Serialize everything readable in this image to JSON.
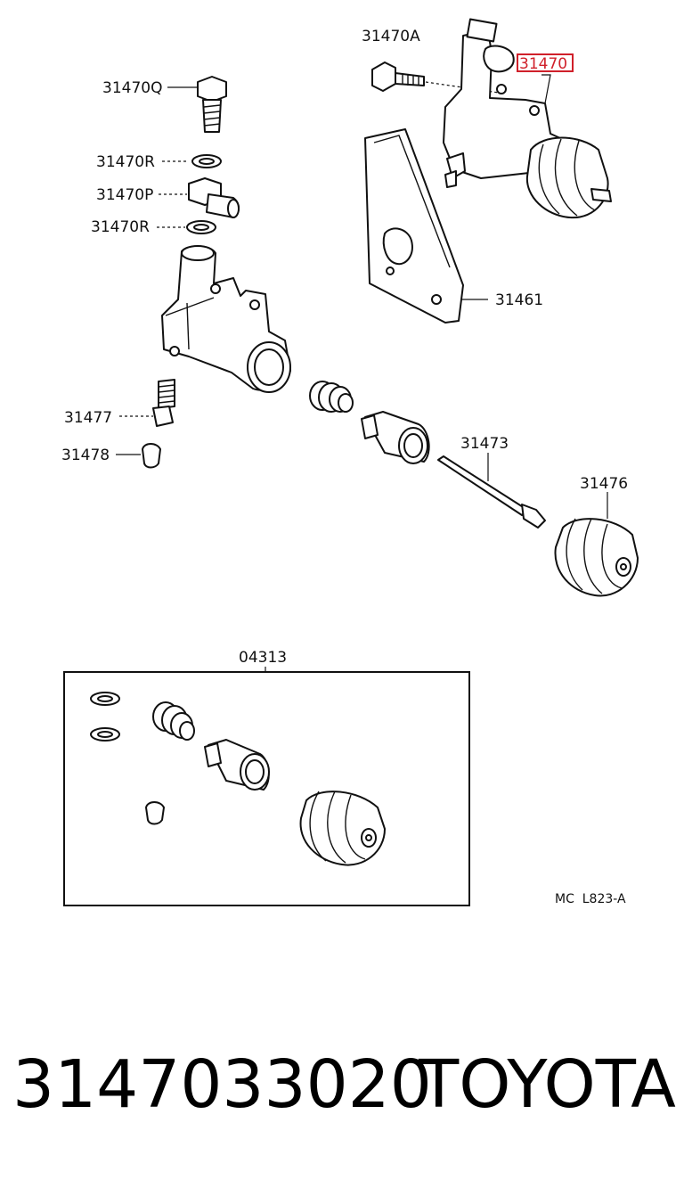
{
  "callouts": {
    "c31470A": "31470A",
    "c31470": "31470",
    "c31470Q": "31470Q",
    "c31470R_top": "31470R",
    "c31470P": "31470P",
    "c31470R_bottom": "31470R",
    "c31461": "31461",
    "c31477": "31477",
    "c31478": "31478",
    "c31473": "31473",
    "c31476": "31476",
    "c04313": "04313",
    "code": "MC  L823-A"
  },
  "highlight_color": "#d0202a",
  "footer": {
    "part_number": "3147033020",
    "brand": "TOYOTA"
  }
}
